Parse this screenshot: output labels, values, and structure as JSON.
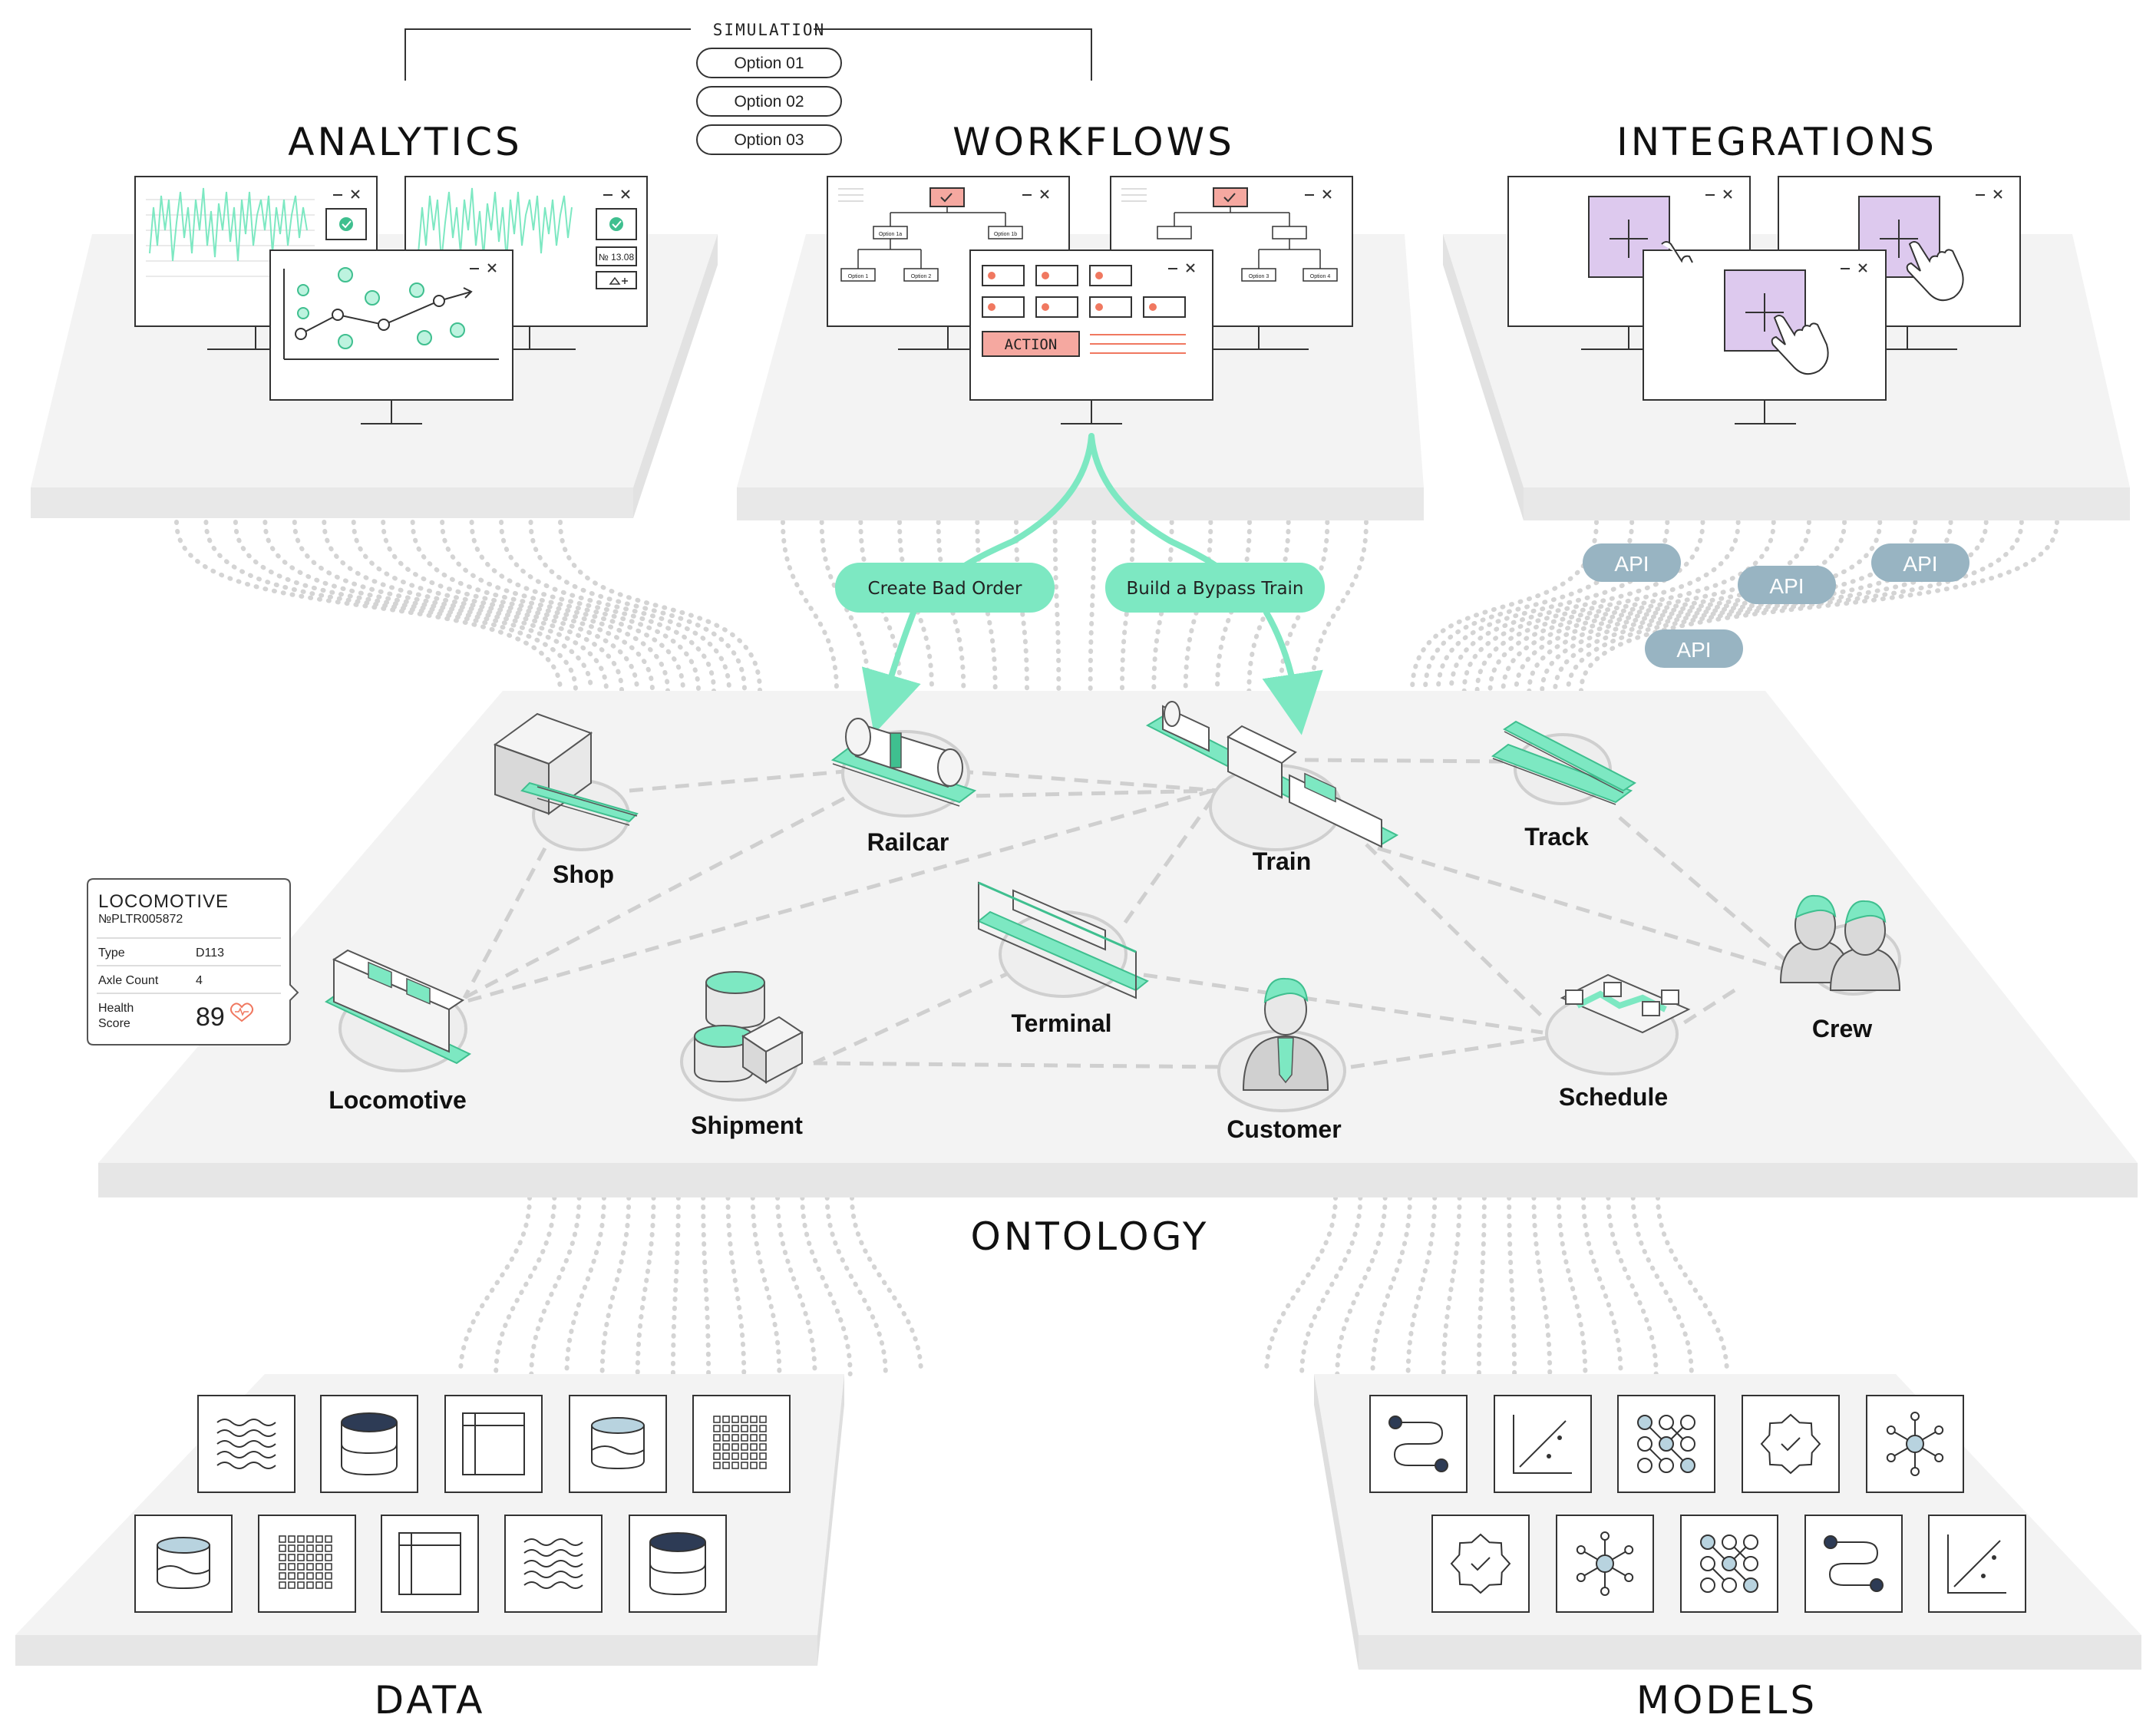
{
  "simulation": {
    "label": "SIMULATION",
    "options": [
      "Option 01",
      "Option 02",
      "Option 03"
    ]
  },
  "sections": {
    "analytics": "ANALYTICS",
    "workflows": "WORKFLOWS",
    "integrations": "INTEGRATIONS",
    "ontology": "ONTOLOGY",
    "data": "DATA",
    "models": "MODELS"
  },
  "actions": {
    "create_bad_order": "Create Bad Order",
    "build_bypass_train": "Build a Bypass Train",
    "action_button": "ACTION"
  },
  "api_badges": [
    "API",
    "API",
    "API",
    "API"
  ],
  "analytics_widgets": {
    "value": "№ 13.08"
  },
  "ontology_nodes": {
    "shop": "Shop",
    "railcar": "Railcar",
    "train": "Train",
    "track": "Track",
    "crew": "Crew",
    "locomotive": "Locomotive",
    "shipment": "Shipment",
    "terminal": "Terminal",
    "customer": "Customer",
    "schedule": "Schedule"
  },
  "locomotive_card": {
    "title": "LOCOMOTIVE",
    "id": "№PLTR005872",
    "type_label": "Type",
    "type_value": "D113",
    "axle_label": "Axle Count",
    "axle_value": "4",
    "health_label_1": "Health",
    "health_label_2": "Score",
    "health_value": "89"
  },
  "workflow_screens": {
    "option_1a": "Option 1a",
    "option_1b": "Option 1b",
    "option_1": "Option 1",
    "option_2": "Option 2",
    "option_3": "Option 3",
    "option_4": "Option 4"
  },
  "colors": {
    "accent_green": "#7de8c2",
    "dark_green": "#3fbf8f",
    "action_red": "#f5a8a0",
    "api_blue": "#98b4c2",
    "purple": "#ddc9ee",
    "platform": "#f2f2f2"
  },
  "data_icons": [
    "waves-icon",
    "database-icon",
    "table-icon",
    "bucket-icon",
    "grid-icon",
    "bucket-icon",
    "grid-icon",
    "table-icon",
    "waves-icon",
    "database-icon"
  ],
  "model_icons": [
    "flow-icon",
    "scatter-icon",
    "network-icon",
    "gear-check-icon",
    "hub-icon",
    "gear-check-icon",
    "hub-icon",
    "network-icon",
    "flow-icon",
    "scatter-icon"
  ]
}
